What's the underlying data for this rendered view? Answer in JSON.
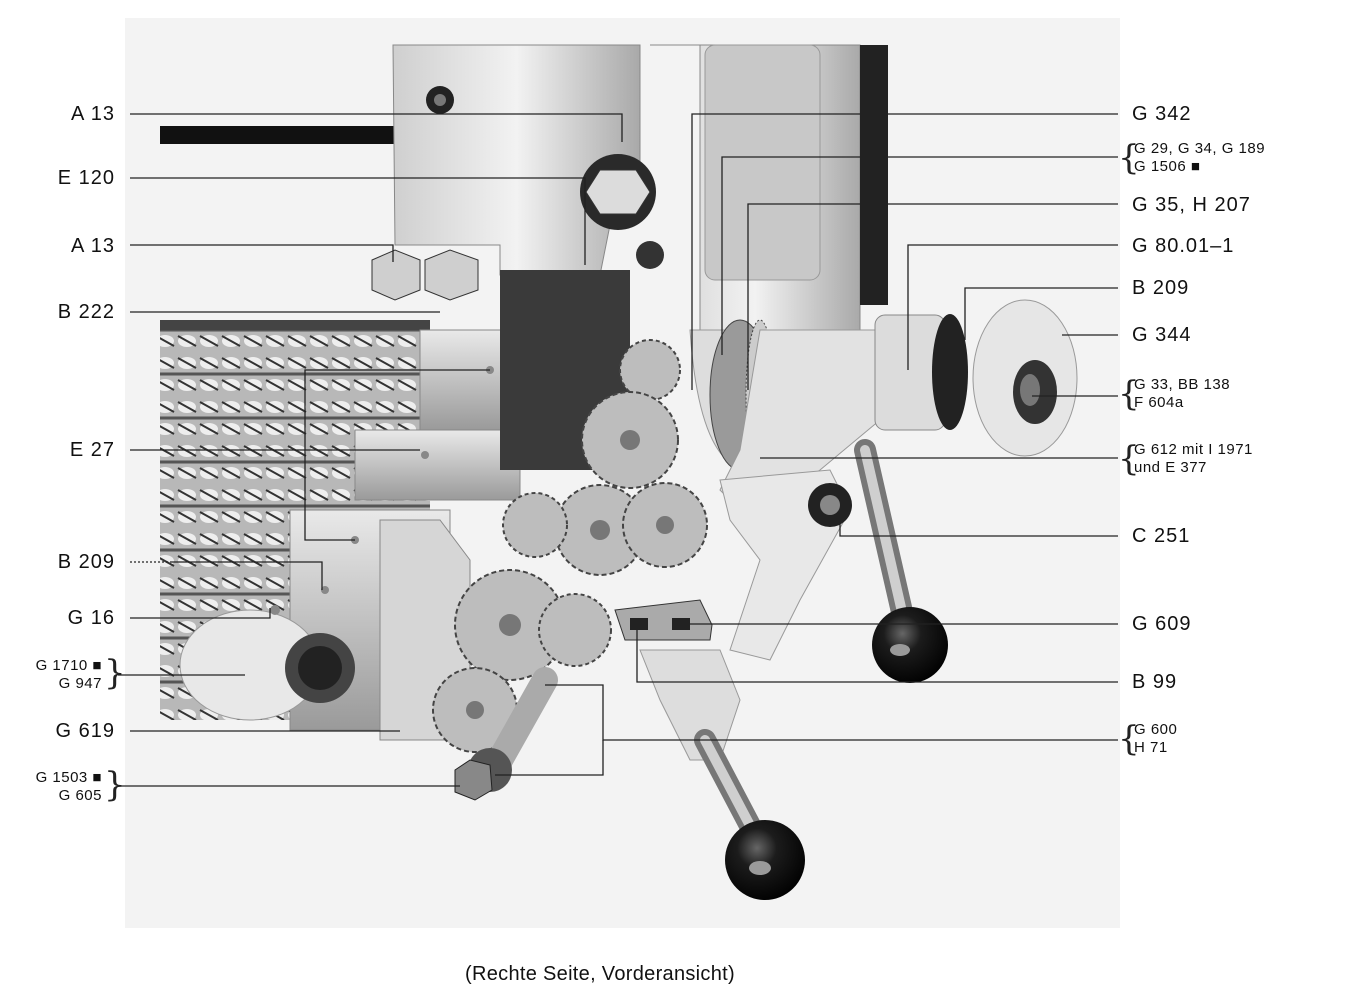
{
  "caption": "(Rechte Seite, Vorderansicht)",
  "left_labels": {
    "a13_top": "A 13",
    "e120": "E 120",
    "a13_mid": "A 13",
    "b222": "B 222",
    "e27": "E 27",
    "b209_left": "B 209",
    "g16": "G 16",
    "g1710": "G 1710 ■",
    "g947": "G 947",
    "g619": "G 619",
    "g1503": "G 1503 ■",
    "g605": "G 605"
  },
  "right_labels": {
    "g342": "G 342",
    "g29_line1": "G 29, G 34, G 189",
    "g29_line2": "G 1506 ■",
    "g35": "G 35, H 207",
    "g80": "G 80.01–1",
    "b209_right": "B 209",
    "g344": "G 344",
    "g33_line1": "G 33, BB 138",
    "g33_line2": "F 604a",
    "g612_line1": "G 612 mit I 1971",
    "g612_line2": "und E 377",
    "c251": "C 251",
    "g609": "G 609",
    "b99": "B 99",
    "g600_line1": "G 600",
    "g600_line2": "H 71"
  }
}
